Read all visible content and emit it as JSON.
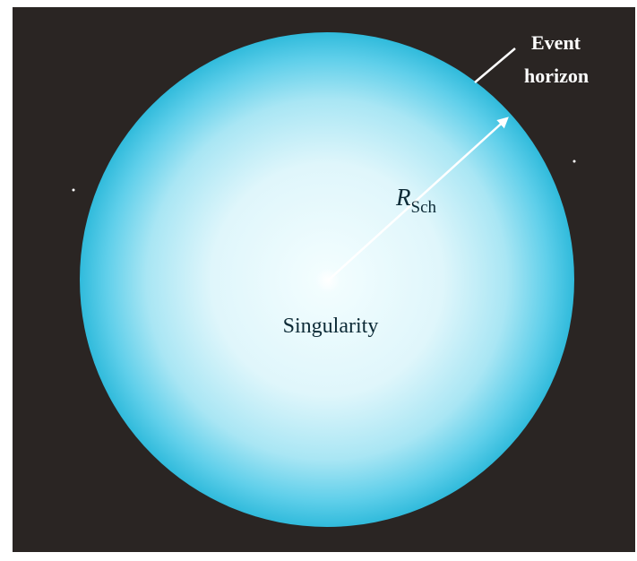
{
  "diagram": {
    "labels": {
      "event_horizon_line1": "Event",
      "event_horizon_line2": "horizon",
      "radius_symbol": "R",
      "radius_subscript": "Sch",
      "center": "Singularity"
    },
    "colors": {
      "background": "#2a2523",
      "sphere_edge": "#22b6d8",
      "sphere_center": "#eefcff",
      "arrow": "#ffffff"
    }
  }
}
